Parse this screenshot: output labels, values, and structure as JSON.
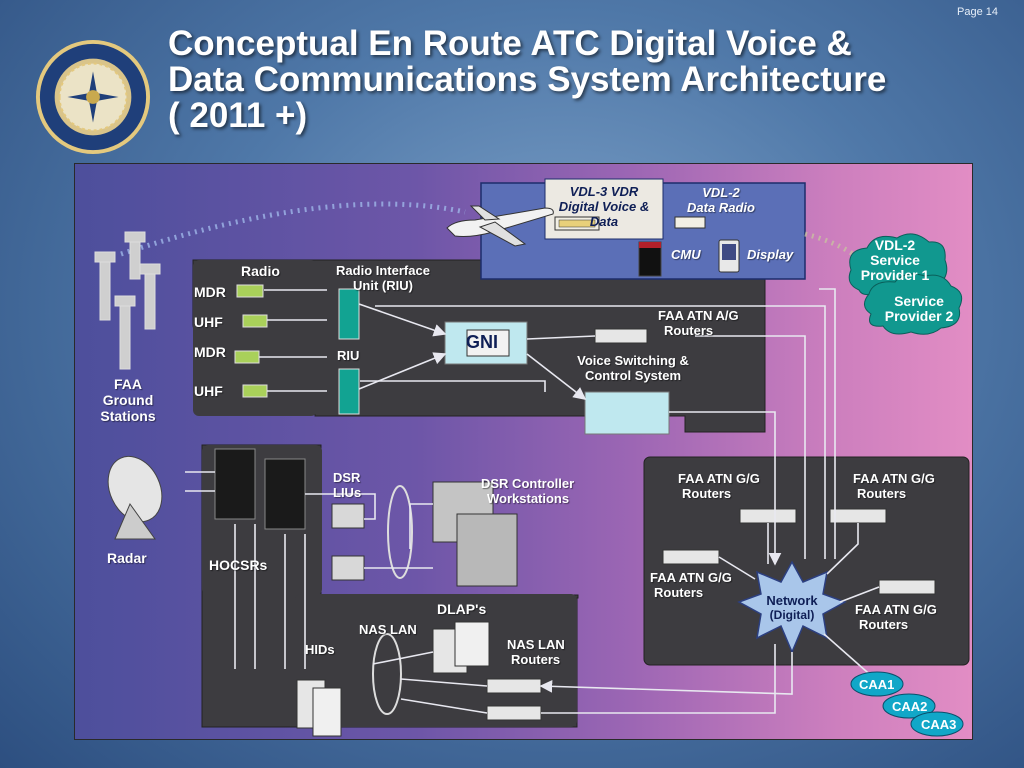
{
  "page": {
    "number": "Page 14"
  },
  "title": {
    "line1": "Conceptual En Route ATC Digital Voice &",
    "line2": "Data  Communications System Architecture",
    "line3": "( 2011 +)"
  },
  "aircraft": {
    "vdl3_line1": "VDL-3 VDR",
    "vdl3_line2": "Digital Voice &",
    "vdl3_line3": "Data",
    "vdl2_line1": "VDL-2",
    "vdl2_line2": "Data Radio",
    "cmu": "CMU",
    "display": "Display"
  },
  "providers": {
    "p1_line1": "VDL-2",
    "p1_line2": "Service",
    "p1_line3": "Provider 1",
    "p2_line1": "Service",
    "p2_line2": "Provider 2"
  },
  "radio_block": {
    "radio": "Radio",
    "riu_title_line1": "Radio Interface",
    "riu_title_line2": "Unit (RIU)",
    "riu": "RIU",
    "mdr1": "MDR",
    "uhf1": "UHF",
    "mdr2": "MDR",
    "uhf2": "UHF"
  },
  "ground": {
    "line1": "FAA",
    "line2": "Ground",
    "line3": "Stations"
  },
  "gni": "GNI",
  "atn_ag": {
    "line1": "FAA ATN A/G",
    "line2": "Routers"
  },
  "vscs": {
    "line1": "Voice Switching &",
    "line2": "Control System"
  },
  "radar": "Radar",
  "hocsrs": "HOCSRs",
  "dsr_lius": {
    "line1": "DSR",
    "line2": "LIUs"
  },
  "dsr_ws": {
    "line1": "DSR Controller",
    "line2": "Workstations"
  },
  "dlaps": "DLAP's",
  "nas_lan": "NAS LAN",
  "hids": "HIDs",
  "nas_routers": {
    "line1": "NAS LAN",
    "line2": "Routers"
  },
  "network": {
    "gg_tl_line1": "FAA ATN G/G",
    "gg_tl_line2": "Routers",
    "gg_tr_line1": "FAA ATN G/G",
    "gg_tr_line2": "Routers",
    "gg_ml_line1": "FAA ATN G/G",
    "gg_ml_line2": "Routers",
    "gg_br_line1": "FAA ATN G/G",
    "gg_br_line2": "Routers",
    "net_line1": "Network",
    "net_line2": "(Digital)"
  },
  "caa": {
    "c1": "CAA1",
    "c2": "CAA2",
    "c3": "CAA3"
  },
  "colors": {
    "panel": "#3d3c40",
    "aircraft_box": "#5b6fb7",
    "cloud": "#11988f",
    "label_dark": "#0f1f56"
  }
}
